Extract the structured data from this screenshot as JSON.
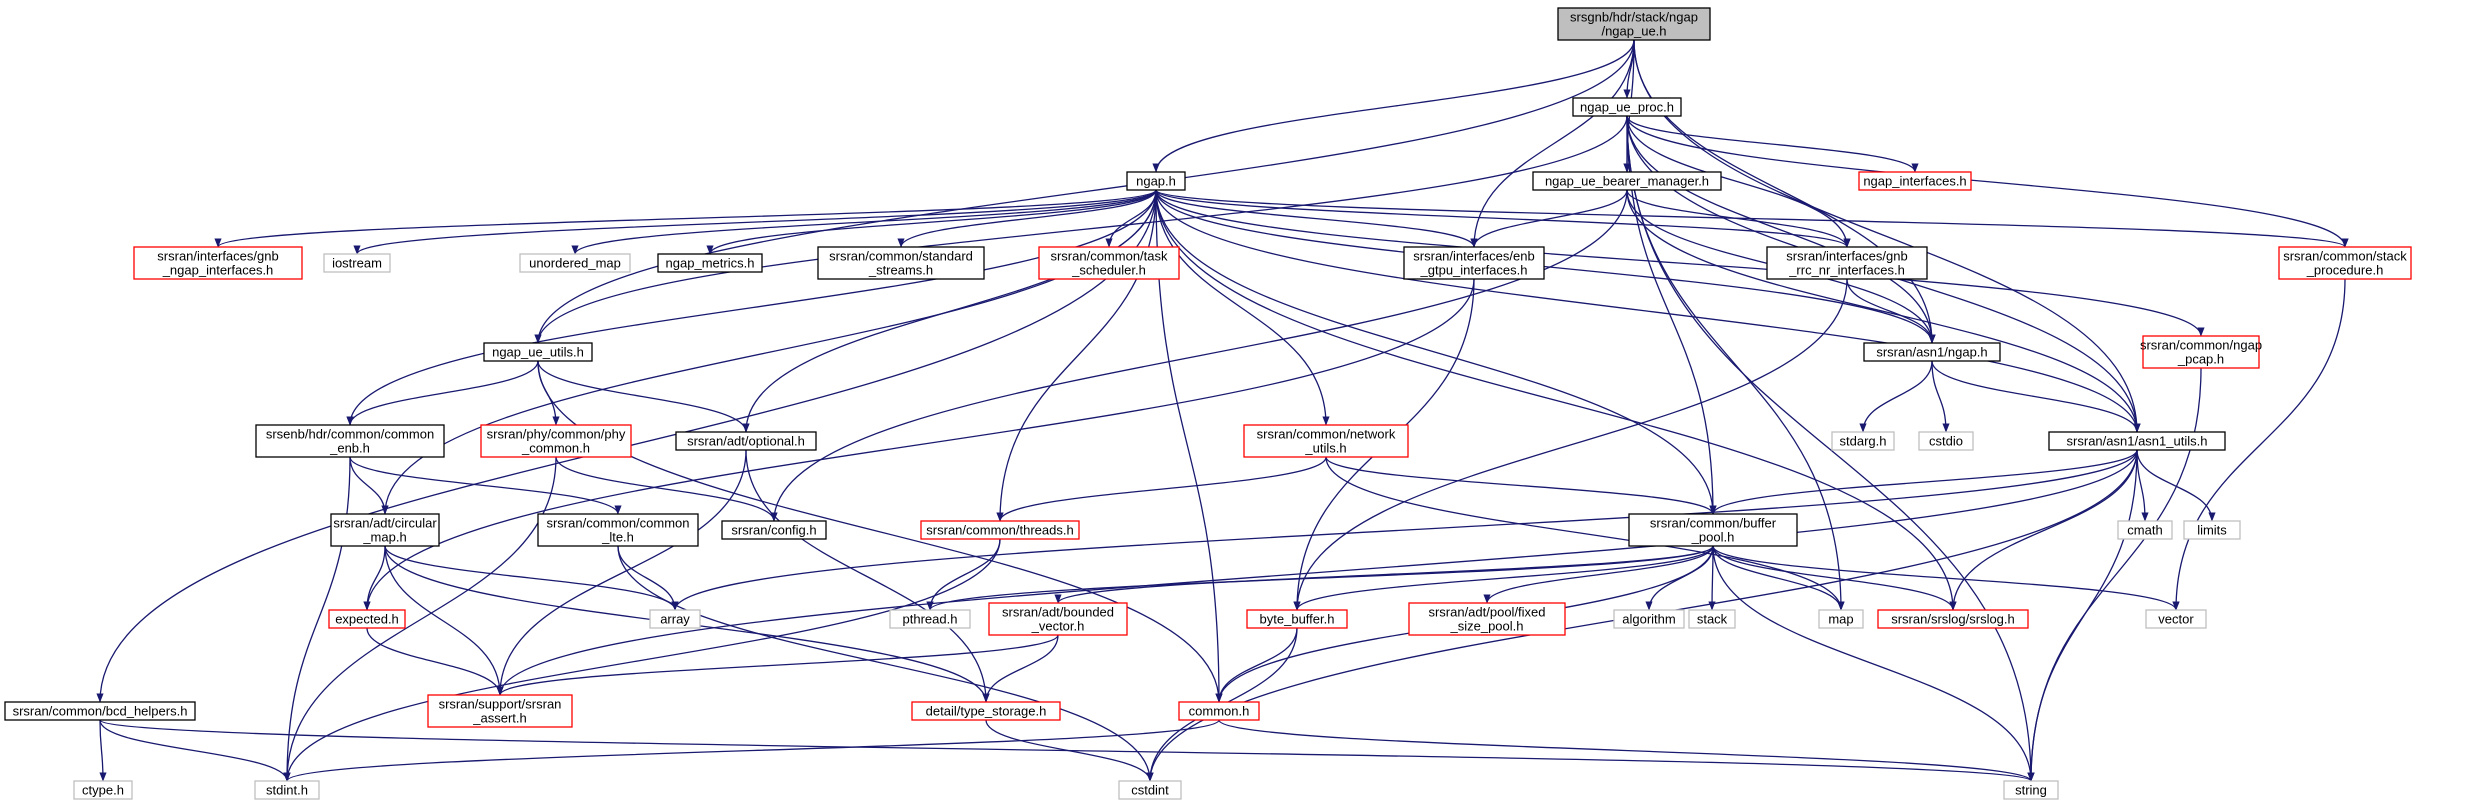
{
  "diagram": {
    "kind": "include-dependency-graph",
    "colors": {
      "edge": "#191970",
      "root_fill": "#bfbfbf",
      "root_border": "#000000",
      "documented_border": "#000000",
      "undocumented_border": "#ff0000",
      "system_border": "#bfbfbf",
      "system_text": "#000000"
    },
    "nodes": [
      {
        "id": "root",
        "lines": [
          "srsgnb/hdr/stack/ngap",
          "/ngap_ue.h"
        ],
        "style": "root"
      },
      {
        "id": "ngap_ue_proc",
        "lines": [
          "ngap_ue_proc.h"
        ],
        "style": "doc"
      },
      {
        "id": "ngap",
        "lines": [
          "ngap.h"
        ],
        "style": "doc"
      },
      {
        "id": "bearer_mgr",
        "lines": [
          "ngap_ue_bearer_manager.h"
        ],
        "style": "doc"
      },
      {
        "id": "ngap_interfaces",
        "lines": [
          "ngap_interfaces.h"
        ],
        "style": "red"
      },
      {
        "id": "gnb_ngap_if",
        "lines": [
          "srsran/interfaces/gnb",
          "_ngap_interfaces.h"
        ],
        "style": "red"
      },
      {
        "id": "iostream",
        "lines": [
          "iostream"
        ],
        "style": "sys"
      },
      {
        "id": "unordered_map",
        "lines": [
          "unordered_map"
        ],
        "style": "sys"
      },
      {
        "id": "ngap_metrics",
        "lines": [
          "ngap_metrics.h"
        ],
        "style": "doc"
      },
      {
        "id": "std_streams",
        "lines": [
          "srsran/common/standard",
          "_streams.h"
        ],
        "style": "doc"
      },
      {
        "id": "task_sched",
        "lines": [
          "srsran/common/task",
          "_scheduler.h"
        ],
        "style": "red"
      },
      {
        "id": "enb_gtpu",
        "lines": [
          "srsran/interfaces/enb",
          "_gtpu_interfaces.h"
        ],
        "style": "doc"
      },
      {
        "id": "gnb_rrc_nr",
        "lines": [
          "srsran/interfaces/gnb",
          "_rrc_nr_interfaces.h"
        ],
        "style": "doc"
      },
      {
        "id": "stack_proc",
        "lines": [
          "srsran/common/stack",
          "_procedure.h"
        ],
        "style": "red"
      },
      {
        "id": "ngap_pcap",
        "lines": [
          "srsran/common/ngap",
          "_pcap.h"
        ],
        "style": "red"
      },
      {
        "id": "asn1_ngap",
        "lines": [
          "srsran/asn1/ngap.h"
        ],
        "style": "doc"
      },
      {
        "id": "ngap_ue_utils",
        "lines": [
          "ngap_ue_utils.h"
        ],
        "style": "doc"
      },
      {
        "id": "common_enb",
        "lines": [
          "srsenb/hdr/common/common",
          "_enb.h"
        ],
        "style": "doc"
      },
      {
        "id": "phy_common",
        "lines": [
          "srsran/phy/common/phy",
          "_common.h"
        ],
        "style": "red"
      },
      {
        "id": "optional",
        "lines": [
          "srsran/adt/optional.h"
        ],
        "style": "doc"
      },
      {
        "id": "network_utils",
        "lines": [
          "srsran/common/network",
          "_utils.h"
        ],
        "style": "red"
      },
      {
        "id": "stdarg",
        "lines": [
          "stdarg.h"
        ],
        "style": "sys"
      },
      {
        "id": "cstdio",
        "lines": [
          "cstdio"
        ],
        "style": "sys"
      },
      {
        "id": "asn1_utils",
        "lines": [
          "srsran/asn1/asn1_utils.h"
        ],
        "style": "doc"
      },
      {
        "id": "circular_map",
        "lines": [
          "srsran/adt/circular",
          "_map.h"
        ],
        "style": "doc"
      },
      {
        "id": "common_lte",
        "lines": [
          "srsran/common/common",
          "_lte.h"
        ],
        "style": "doc"
      },
      {
        "id": "config",
        "lines": [
          "srsran/config.h"
        ],
        "style": "doc"
      },
      {
        "id": "threads",
        "lines": [
          "srsran/common/threads.h"
        ],
        "style": "red"
      },
      {
        "id": "buffer_pool",
        "lines": [
          "srsran/common/buffer",
          "_pool.h"
        ],
        "style": "doc"
      },
      {
        "id": "cmath",
        "lines": [
          "cmath"
        ],
        "style": "sys"
      },
      {
        "id": "limits",
        "lines": [
          "limits"
        ],
        "style": "sys"
      },
      {
        "id": "expected",
        "lines": [
          "expected.h"
        ],
        "style": "red"
      },
      {
        "id": "array",
        "lines": [
          "array"
        ],
        "style": "sys"
      },
      {
        "id": "pthread",
        "lines": [
          "pthread.h"
        ],
        "style": "sys"
      },
      {
        "id": "bounded_vector",
        "lines": [
          "srsran/adt/bounded",
          "_vector.h"
        ],
        "style": "red"
      },
      {
        "id": "byte_buffer",
        "lines": [
          "byte_buffer.h"
        ],
        "style": "red"
      },
      {
        "id": "fixed_pool",
        "lines": [
          "srsran/adt/pool/fixed",
          "_size_pool.h"
        ],
        "style": "red"
      },
      {
        "id": "algorithm",
        "lines": [
          "algorithm"
        ],
        "style": "sys"
      },
      {
        "id": "stack",
        "lines": [
          "stack"
        ],
        "style": "sys"
      },
      {
        "id": "map",
        "lines": [
          "map"
        ],
        "style": "sys"
      },
      {
        "id": "srslog",
        "lines": [
          "srsran/srslog/srslog.h"
        ],
        "style": "red"
      },
      {
        "id": "vector",
        "lines": [
          "vector"
        ],
        "style": "sys"
      },
      {
        "id": "srsran_assert",
        "lines": [
          "srsran/support/srsran",
          "_assert.h"
        ],
        "style": "red"
      },
      {
        "id": "type_storage",
        "lines": [
          "detail/type_storage.h"
        ],
        "style": "red"
      },
      {
        "id": "common_h",
        "lines": [
          "common.h"
        ],
        "style": "red"
      },
      {
        "id": "bcd_helpers",
        "lines": [
          "srsran/common/bcd_helpers.h"
        ],
        "style": "doc"
      },
      {
        "id": "ctype",
        "lines": [
          "ctype.h"
        ],
        "style": "sys"
      },
      {
        "id": "stdint",
        "lines": [
          "stdint.h"
        ],
        "style": "sys"
      },
      {
        "id": "cstdint",
        "lines": [
          "cstdint"
        ],
        "style": "sys"
      },
      {
        "id": "string",
        "lines": [
          "string"
        ],
        "style": "sys"
      }
    ],
    "edges": [
      [
        "root",
        "ngap_ue_proc"
      ],
      [
        "root",
        "ngap"
      ],
      [
        "root",
        "bearer_mgr"
      ],
      [
        "root",
        "enb_gtpu"
      ],
      [
        "root",
        "asn1_ngap"
      ],
      [
        "root",
        "asn1_utils"
      ],
      [
        "root",
        "ngap_ue_utils"
      ],
      [
        "ngap_ue_proc",
        "bearer_mgr"
      ],
      [
        "ngap_ue_proc",
        "ngap_interfaces"
      ],
      [
        "ngap_ue_proc",
        "stack_proc"
      ],
      [
        "ngap_ue_proc",
        "gnb_rrc_nr"
      ],
      [
        "ngap_ue_proc",
        "asn1_ngap"
      ],
      [
        "ngap_ue_proc",
        "asn1_utils"
      ],
      [
        "ngap_ue_proc",
        "buffer_pool"
      ],
      [
        "ngap_ue_proc",
        "map"
      ],
      [
        "ngap_ue_proc",
        "string"
      ],
      [
        "ngap_ue_proc",
        "ngap_ue_utils"
      ],
      [
        "ngap",
        "gnb_ngap_if"
      ],
      [
        "ngap",
        "iostream"
      ],
      [
        "ngap",
        "unordered_map"
      ],
      [
        "ngap",
        "ngap_metrics"
      ],
      [
        "ngap",
        "std_streams"
      ],
      [
        "ngap",
        "task_sched"
      ],
      [
        "ngap",
        "enb_gtpu"
      ],
      [
        "ngap",
        "gnb_rrc_nr"
      ],
      [
        "ngap",
        "stack_proc"
      ],
      [
        "ngap",
        "ngap_pcap"
      ],
      [
        "ngap",
        "asn1_ngap"
      ],
      [
        "ngap",
        "asn1_utils"
      ],
      [
        "ngap",
        "common_enb"
      ],
      [
        "ngap",
        "optional"
      ],
      [
        "ngap",
        "network_utils"
      ],
      [
        "ngap",
        "threads"
      ],
      [
        "ngap",
        "buffer_pool"
      ],
      [
        "ngap",
        "srslog"
      ],
      [
        "ngap",
        "common_h"
      ],
      [
        "ngap",
        "circular_map"
      ],
      [
        "ngap",
        "bcd_helpers"
      ],
      [
        "bearer_mgr",
        "enb_gtpu"
      ],
      [
        "bearer_mgr",
        "gnb_rrc_nr"
      ],
      [
        "bearer_mgr",
        "asn1_ngap"
      ],
      [
        "bearer_mgr",
        "asn1_utils"
      ],
      [
        "bearer_mgr",
        "config"
      ],
      [
        "enb_gtpu",
        "byte_buffer"
      ],
      [
        "enb_gtpu",
        "expected"
      ],
      [
        "gnb_rrc_nr",
        "asn1_ngap"
      ],
      [
        "gnb_rrc_nr",
        "byte_buffer"
      ],
      [
        "asn1_ngap",
        "stdarg"
      ],
      [
        "asn1_ngap",
        "cstdio"
      ],
      [
        "asn1_ngap",
        "asn1_utils"
      ],
      [
        "stack_proc",
        "vector"
      ],
      [
        "ngap_pcap",
        "string"
      ],
      [
        "ngap_ue_utils",
        "common_enb"
      ],
      [
        "ngap_ue_utils",
        "phy_common"
      ],
      [
        "ngap_ue_utils",
        "optional"
      ],
      [
        "ngap_ue_utils",
        "common_h"
      ],
      [
        "common_enb",
        "circular_map"
      ],
      [
        "common_enb",
        "common_lte"
      ],
      [
        "common_enb",
        "stdint"
      ],
      [
        "phy_common",
        "config"
      ],
      [
        "phy_common",
        "stdint"
      ],
      [
        "optional",
        "srsran_assert"
      ],
      [
        "optional",
        "type_storage"
      ],
      [
        "network_utils",
        "buffer_pool"
      ],
      [
        "network_utils",
        "threads"
      ],
      [
        "network_utils",
        "map"
      ],
      [
        "asn1_utils",
        "cmath"
      ],
      [
        "asn1_utils",
        "limits"
      ],
      [
        "asn1_utils",
        "buffer_pool"
      ],
      [
        "asn1_utils",
        "srslog"
      ],
      [
        "asn1_utils",
        "string"
      ],
      [
        "asn1_utils",
        "array"
      ],
      [
        "asn1_utils",
        "cstdint"
      ],
      [
        "asn1_utils",
        "srsran_assert"
      ],
      [
        "circular_map",
        "expected"
      ],
      [
        "circular_map",
        "array"
      ],
      [
        "circular_map",
        "srsran_assert"
      ],
      [
        "circular_map",
        "type_storage"
      ],
      [
        "common_lte",
        "array"
      ],
      [
        "common_lte",
        "cstdint"
      ],
      [
        "threads",
        "pthread"
      ],
      [
        "threads",
        "stdint"
      ],
      [
        "buffer_pool",
        "pthread"
      ],
      [
        "buffer_pool",
        "bounded_vector"
      ],
      [
        "buffer_pool",
        "byte_buffer"
      ],
      [
        "buffer_pool",
        "fixed_pool"
      ],
      [
        "buffer_pool",
        "algorithm"
      ],
      [
        "buffer_pool",
        "stack"
      ],
      [
        "buffer_pool",
        "map"
      ],
      [
        "buffer_pool",
        "srslog"
      ],
      [
        "buffer_pool",
        "vector"
      ],
      [
        "buffer_pool",
        "common_h"
      ],
      [
        "buffer_pool",
        "string"
      ],
      [
        "expected",
        "srsran_assert"
      ],
      [
        "bounded_vector",
        "srsran_assert"
      ],
      [
        "bounded_vector",
        "type_storage"
      ],
      [
        "byte_buffer",
        "common_h"
      ],
      [
        "byte_buffer",
        "cstdint"
      ],
      [
        "type_storage",
        "cstdint"
      ],
      [
        "common_h",
        "stdint"
      ],
      [
        "common_h",
        "string"
      ],
      [
        "bcd_helpers",
        "ctype"
      ],
      [
        "bcd_helpers",
        "stdint"
      ],
      [
        "bcd_helpers",
        "string"
      ]
    ]
  }
}
